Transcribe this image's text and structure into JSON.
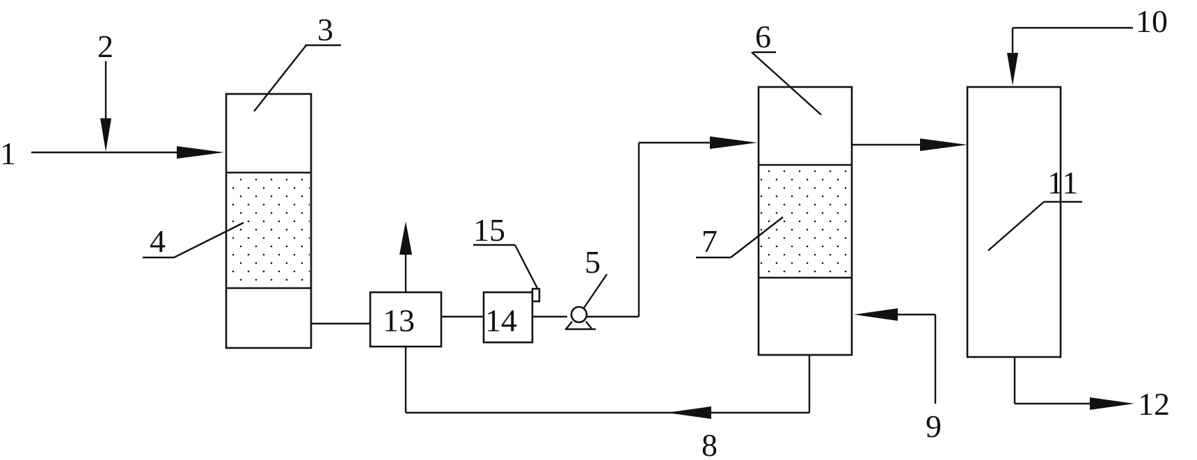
{
  "diagram": {
    "labels": {
      "l1": "1",
      "l2": "2",
      "l3": "3",
      "l4": "4",
      "l5": "5",
      "l6": "6",
      "l7": "7",
      "l8": "8",
      "l9": "9",
      "l10": "10",
      "l11": "11",
      "l12": "12",
      "l13": "13",
      "l14": "14",
      "l15": "15"
    }
  }
}
